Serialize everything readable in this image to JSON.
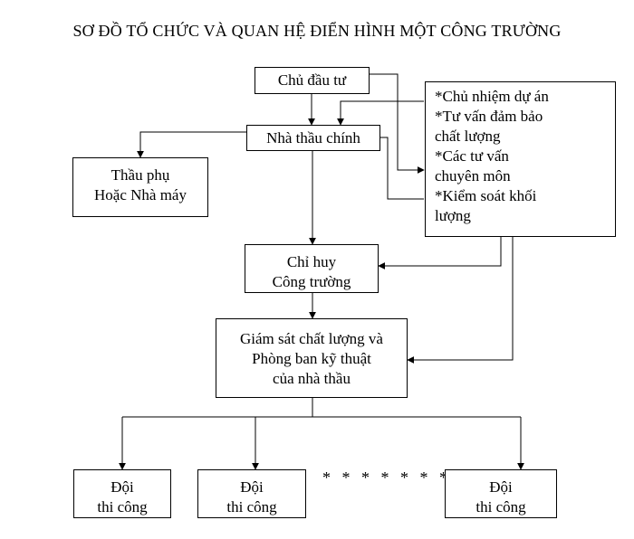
{
  "title": "SƠ ĐỒ TỔ CHỨC VÀ QUAN HỆ ĐIỂN HÌNH MỘT CÔNG TRƯỜNG",
  "nodes": {
    "owner": [
      "Chủ đầu tư"
    ],
    "main_contractor": [
      "Nhà thầu chính"
    ],
    "consultants": [
      "*Chủ nhiệm dự án",
      "*Tư vấn đảm bảo",
      "chất lượng",
      "*Các tư vấn",
      "chuyên môn",
      "*Kiểm soát khối",
      "lượng"
    ],
    "subcontractor": [
      "Thầu phụ",
      "Hoặc Nhà máy"
    ],
    "site_command": [
      "Chỉ huy",
      "Công trường"
    ],
    "quality_dept": [
      "Giám sát chất lượng và",
      "Phòng ban kỹ thuật",
      "của nhà thầu"
    ],
    "team_1": [
      "Đội",
      "thi công"
    ],
    "team_2": [
      "Đội",
      "thi công"
    ],
    "team_3": [
      "Đội",
      "thi công"
    ]
  },
  "ellipsis": "* * * * * * *"
}
